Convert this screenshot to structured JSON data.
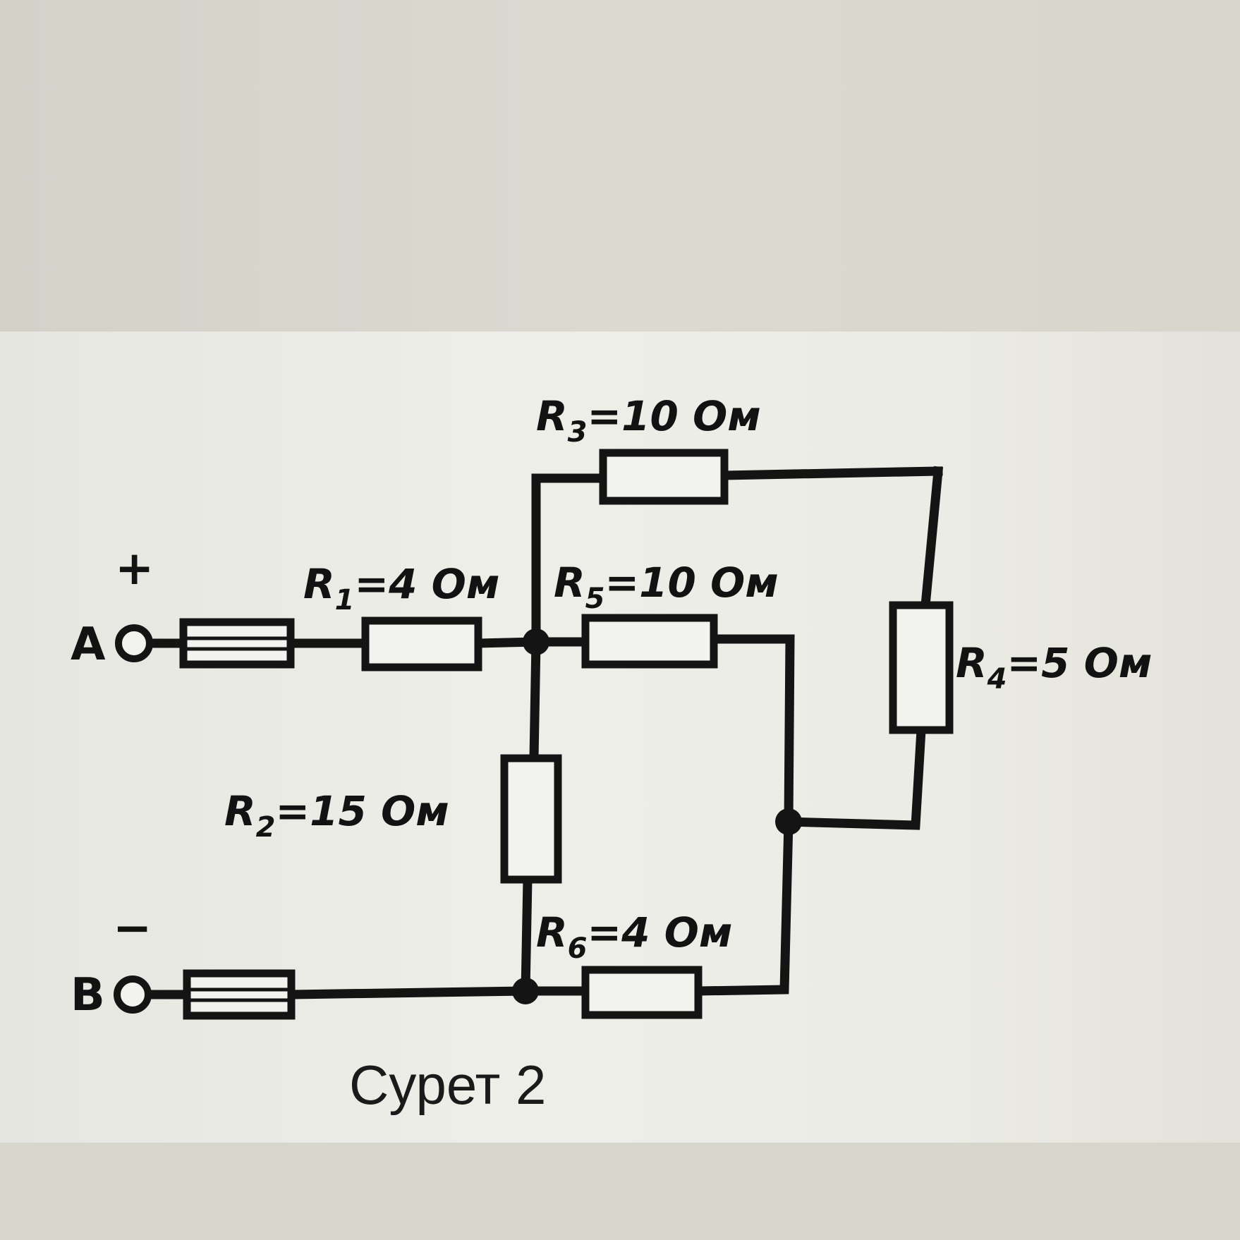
{
  "diagram": {
    "caption": "Сурет 2",
    "terminals": {
      "A": {
        "letter": "A",
        "sign": "+"
      },
      "B": {
        "letter": "B",
        "sign": "−"
      }
    },
    "resistors": {
      "R1": {
        "label": "R",
        "sub": "1",
        "value": "=4 Ом"
      },
      "R2": {
        "label": "R",
        "sub": "2",
        "value": "=15 Ом"
      },
      "R3": {
        "label": "R",
        "sub": "3",
        "value": "=10 Ом"
      },
      "R4": {
        "label": "R",
        "sub": "4",
        "value": "=5 Ом"
      },
      "R5": {
        "label": "R",
        "sub": "5",
        "value": "=10 Ом"
      },
      "R6": {
        "label": "R",
        "sub": "6",
        "value": "=4 Ом"
      }
    }
  }
}
